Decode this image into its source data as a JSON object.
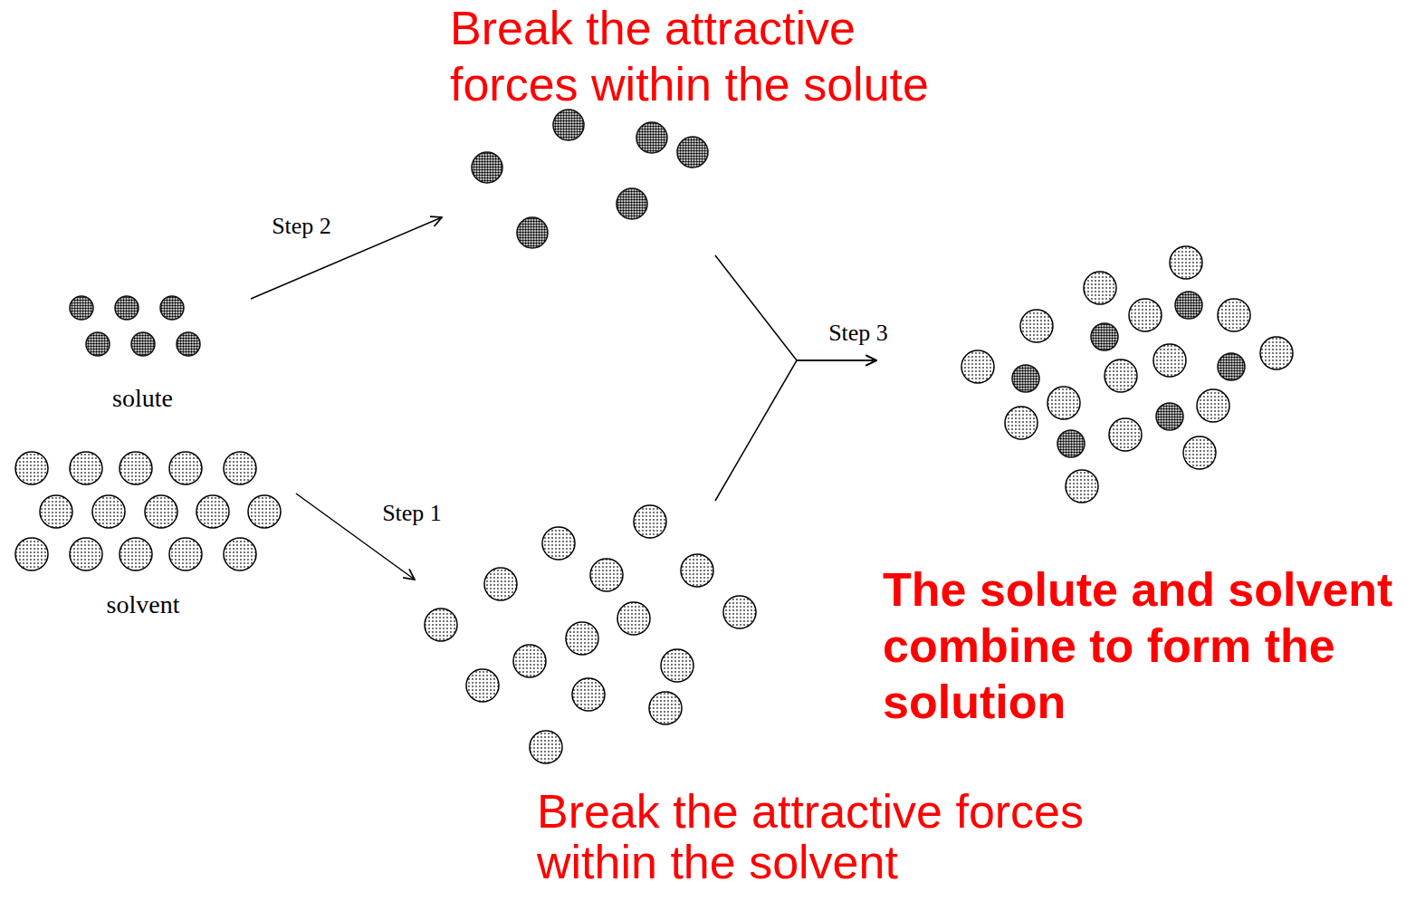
{
  "diagram": {
    "nodes": [
      {
        "text": [
          "solute"
        ]
      },
      {
        "text": [
          "solvent"
        ]
      },
      {
        "text": [
          "Break the attractive forces within the solute"
        ]
      },
      {
        "text": [
          "Break the attractive forces within the solvent"
        ]
      },
      {
        "text": [
          "The solute and solvent combine to form the solution"
        ]
      }
    ],
    "edges": [
      {
        "from": 0,
        "to": 2,
        "arrow": "to",
        "label": "Step 2"
      },
      {
        "from": 1,
        "to": 3,
        "arrow": "to",
        "label": "Step 1"
      },
      {
        "from": 2,
        "to": 4,
        "arrow": "to",
        "label": "Step 3"
      },
      {
        "from": 3,
        "to": 4,
        "arrow": "to"
      }
    ]
  }
}
